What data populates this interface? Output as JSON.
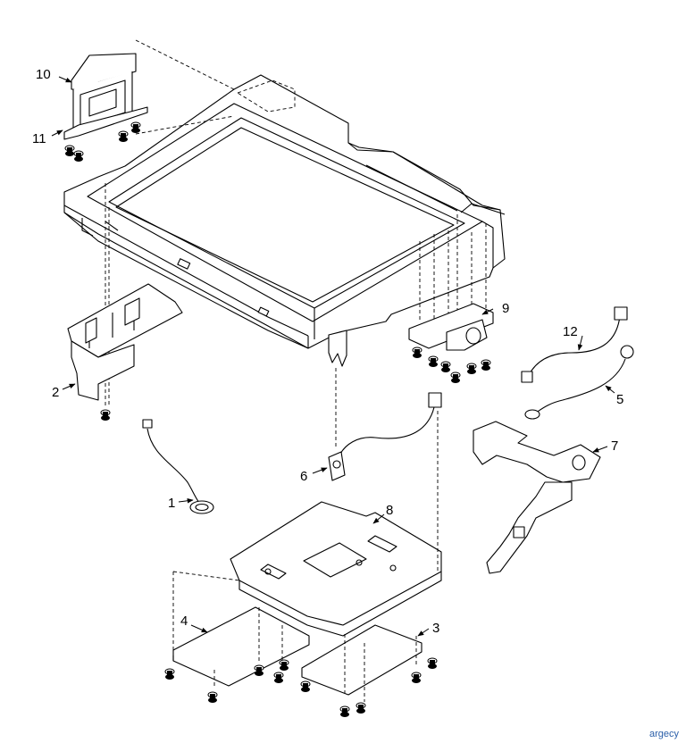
{
  "diagram": {
    "callouts": [
      {
        "id": "c1",
        "label": "1"
      },
      {
        "id": "c2",
        "label": "2"
      },
      {
        "id": "c3",
        "label": "3"
      },
      {
        "id": "c4",
        "label": "4"
      },
      {
        "id": "c5",
        "label": "5"
      },
      {
        "id": "c6",
        "label": "6"
      },
      {
        "id": "c7",
        "label": "7"
      },
      {
        "id": "c8",
        "label": "8"
      },
      {
        "id": "c9",
        "label": "9"
      },
      {
        "id": "c10",
        "label": "10"
      },
      {
        "id": "c11",
        "label": "11"
      },
      {
        "id": "c12",
        "label": "12"
      }
    ]
  },
  "watermark": "argecy"
}
